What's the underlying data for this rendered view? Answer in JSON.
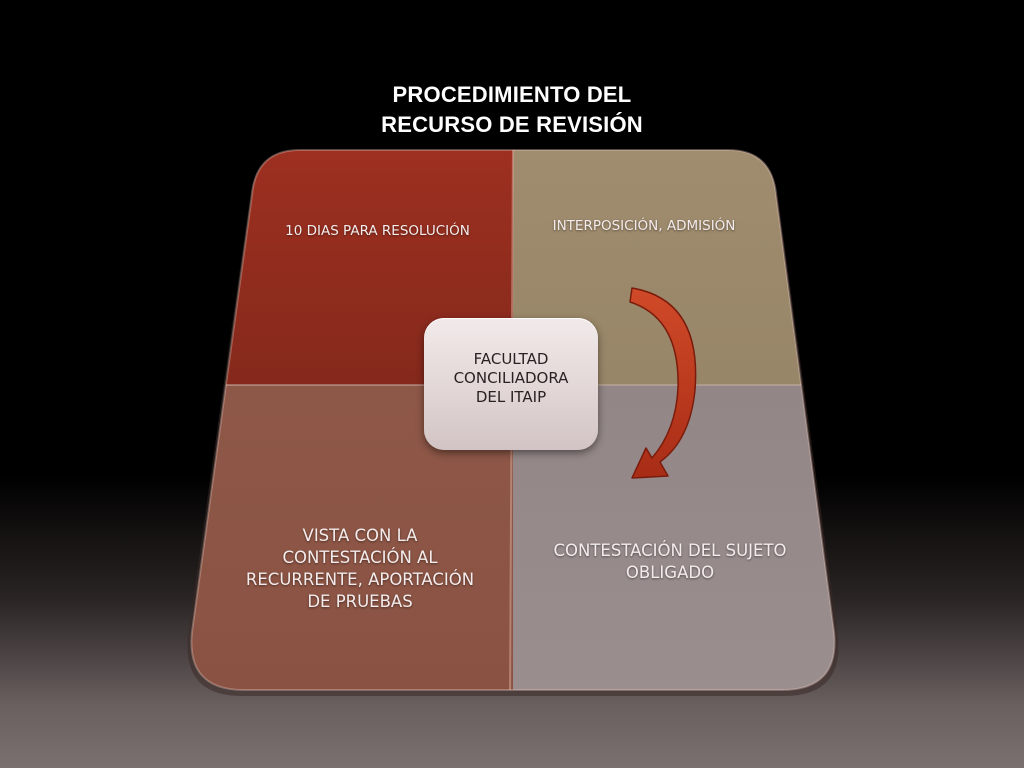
{
  "title": {
    "line1": "PROCEDIMIENTO DEL",
    "line2": "RECURSO DE REVISIÓN"
  },
  "quadrants": {
    "top_left": {
      "lines": [
        "10 DIAS PARA RESOLUCIÓN"
      ],
      "color": "#8e2a1e"
    },
    "top_right": {
      "lines": [
        "INTERPOSICIÓN, ADMISIÓN"
      ],
      "color": "#9c8a6c"
    },
    "bottom_left": {
      "lines": [
        "VISTA CON LA",
        "CONTESTACIÓN AL",
        "RECURRENTE, APORTACIÓN",
        "DE PRUEBAS"
      ],
      "color": "#8a5444"
    },
    "bottom_right": {
      "lines": [
        "CONTESTACIÓN DEL SUJETO",
        "OBLIGADO"
      ],
      "color": "#948888"
    }
  },
  "center": {
    "lines": [
      "FACULTAD",
      "CONCILIADORA",
      "DEL ITAIP"
    ]
  },
  "arrow": {
    "color": "#c0391e",
    "direction": "clockwise"
  },
  "background": "#000000"
}
